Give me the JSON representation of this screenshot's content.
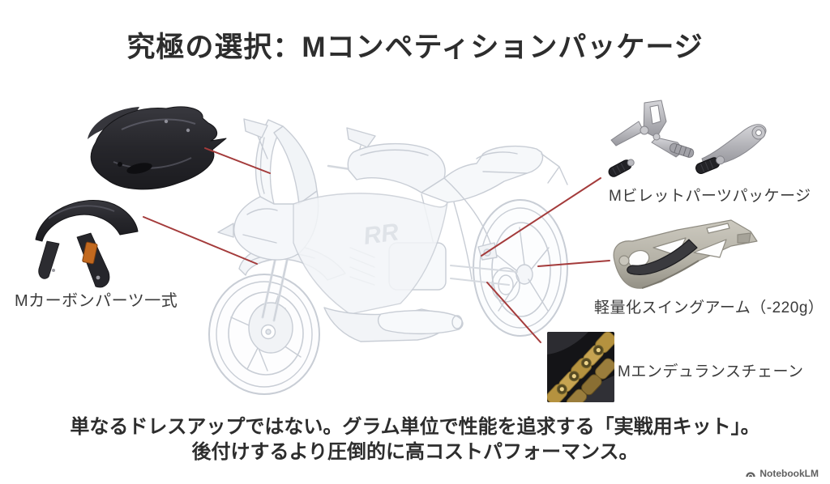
{
  "title": "究極の選択：Mコンペティションパッケージ",
  "labels": {
    "carbon": "Mカーボンパーツ一式",
    "billet": "Mビレットパーツパッケージ",
    "swingarm": "軽量化スイングアーム（-220g）",
    "chain": "Mエンデュランスチェーン"
  },
  "bike_logo": "RR",
  "footer": {
    "line1": "単なるドレスアップではない。グラム単位で性能を追求する「実戦用キット」。",
    "line2": "後付けするより圧倒的に高コストパフォーマンス。"
  },
  "watermark": "NotebookLM",
  "colors": {
    "accent_red": "#a43b3b",
    "text_dark": "#2d2d2d",
    "label_text": "#3a3a3a",
    "bike_line": "#c8cdd5",
    "carbon_dark": "#28282c",
    "billet_silver": "#b5b5b9",
    "swingarm_alloy": "#b9b6ac",
    "chain_gold": "#c6a351",
    "reflector_orange": "#c2691f",
    "watermark_gray": "#606060"
  }
}
